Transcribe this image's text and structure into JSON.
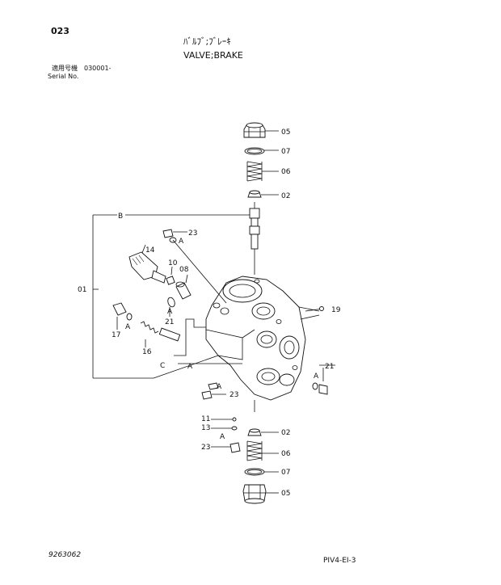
{
  "header": {
    "page_number": "023",
    "title_jp": "ﾊﾞﾙﾌﾞ;ﾌﾞﾚｰｷ",
    "title_en": "VALVE;BRAKE",
    "serial_label_jp": "適用号機　030001-",
    "serial_label_en": "Serial No."
  },
  "callouts": {
    "c05_top": "05",
    "c07_top": "07",
    "c06_top": "06",
    "c02_top": "02",
    "c23_top": "23",
    "cA_top": "A",
    "c14": "14",
    "c10": "10",
    "c08": "08",
    "c01": "01",
    "c21_left": "21",
    "cA_mid": "A",
    "cA_left": "A",
    "c17": "17",
    "c16": "16",
    "c19": "19",
    "c21_right": "21",
    "cA_right": "A",
    "cB": "B",
    "cC": "C",
    "cA_bottom": "A",
    "cA_lower": "A",
    "c23_mid": "23",
    "c11": "11",
    "c13": "13",
    "c23_low": "23",
    "cA_low": "A",
    "c02_low": "02",
    "c06_low": "06",
    "c07_low": "07",
    "c05_low": "05"
  },
  "footer": {
    "figure_code": "9263062",
    "sheet_code": "PIV4-EI-3"
  }
}
